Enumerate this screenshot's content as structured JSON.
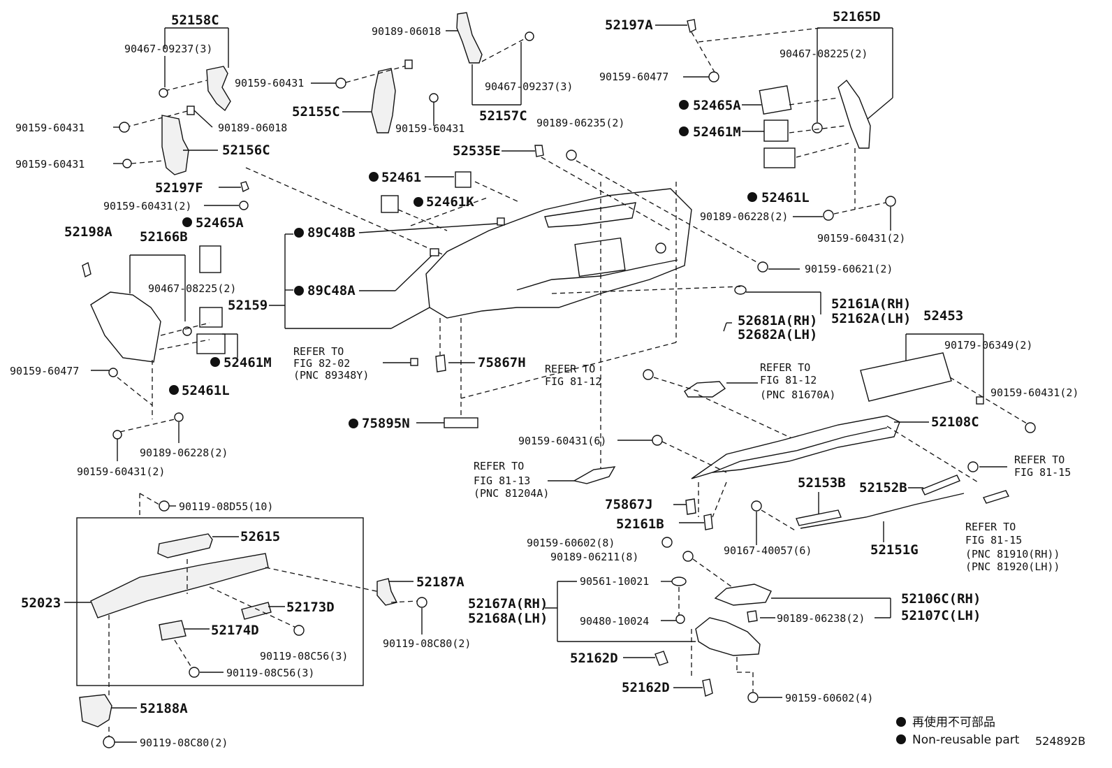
{
  "parts": {
    "p52158C": "52158C",
    "p90467_09237_3_left": "90467-09237(3)",
    "p90159_60431_a": "90159-60431",
    "p90189_06018_a": "90189-06018",
    "p90159_60431_b": "90159-60431",
    "p90159_60431_c": "90159-60431",
    "p52156C": "52156C",
    "p52197F": "52197F",
    "p90159_60431_2_a": "90159-60431(2)",
    "p52465A_left": "52465A",
    "p52198A": "52198A",
    "p52166B": "52166B",
    "p90467_08225_2_left": "90467-08225(2)",
    "p52159": "52159",
    "p52461M_left": "52461M",
    "p52461L_left": "52461L",
    "p90159_60477_left": "90159-60477",
    "p90189_06228_2_left": "90189-06228(2)",
    "p90159_60431_2_b": "90159-60431(2)",
    "p90189_06018_top": "90189-06018",
    "p90159_60431_mid": "90159-60431",
    "p52155C": "52155C",
    "p90159_60431_d": "90159-60431",
    "p90467_09237_3_mid": "90467-09237(3)",
    "p52157C": "52157C",
    "p90189_06235_2": "90189-06235(2)",
    "p52535E": "52535E",
    "p52461": "52461",
    "p52461K": "52461K",
    "p89C48B": "89C48B",
    "p89C48A": "89C48A",
    "p75867H": "75867H",
    "p75895N": "75895N",
    "p52197A": "52197A",
    "p90159_60477_top": "90159-60477",
    "p52165D": "52165D",
    "p90467_08225_2_right": "90467-08225(2)",
    "p52465A_right": "52465A",
    "p52461M_right": "52461M",
    "p52461L_right": "52461L",
    "p90189_06228_2_right": "90189-06228(2)",
    "p90159_60431_2_c": "90159-60431(2)",
    "p90159_60621_2": "90159-60621(2)",
    "p52161A": "52161A(RH)",
    "p52162A": "52162A(LH)",
    "p52681A": "52681A(RH)",
    "p52682A": "52682A(LH)",
    "p52453": "52453",
    "p90179_06349_2": "90179-06349(2)",
    "p90159_60431_2_d": "90159-60431(2)",
    "p52108C": "52108C",
    "p90159_60431_6": "90159-60431(6)",
    "p75867J": "75867J",
    "p52161B": "52161B",
    "p52153B": "52153B",
    "p52152B": "52152B",
    "p90167_40057_6": "90167-40057(6)",
    "p52151G": "52151G",
    "p90159_60602_8": "90159-60602(8)",
    "p90189_06211_8": "90189-06211(8)",
    "p90561_10021": "90561-10021",
    "p52167A": "52167A(RH)",
    "p52168A": "52168A(LH)",
    "p90480_10024": "90480-10024",
    "p52106C": "52106C(RH)",
    "p52107C": "52107C(LH)",
    "p90189_06238_2": "90189-06238(2)",
    "p52162D_a": "52162D",
    "p52162D_b": "52162D",
    "p90159_60602_4": "90159-60602(4)",
    "p90119_08D55_10": "90119-08D55(10)",
    "p52615": "52615",
    "p52023": "52023",
    "p52187A": "52187A",
    "p52173D": "52173D",
    "p52174D": "52174D",
    "p90119_08C80_2_a": "90119-08C80(2)",
    "p90119_08C56_3_a": "90119-08C56(3)",
    "p90119_08C56_3_b": "90119-08C56(3)",
    "p52188A": "52188A",
    "p90119_08C80_2_b": "90119-08C80(2)"
  },
  "references": {
    "r1_l1": "REFER TO",
    "r1_l2": "FIG 82-02",
    "r1_l3": "(PNC 89348Y)",
    "r2_l1": "REFER TO",
    "r2_l2": "FIG 81-12",
    "r3_l1": "REFER TO",
    "r3_l2": "FIG 81-12",
    "r3_l3": "(PNC 81670A)",
    "r4_l1": "REFER TO",
    "r4_l2": "FIG 81-13",
    "r4_l3": "(PNC 81204A)",
    "r5_l1": "REFER TO",
    "r5_l2": "FIG 81-15",
    "r6_l1": "REFER TO",
    "r6_l2": "FIG 81-15",
    "r6_l3": "(PNC 81910(RH))",
    "r6_l4": "(PNC 81920(LH))"
  },
  "legend": {
    "japanese": "再使用不可部品",
    "english": "Non-reusable part",
    "marker": "●"
  },
  "diagram_id": "524892B"
}
